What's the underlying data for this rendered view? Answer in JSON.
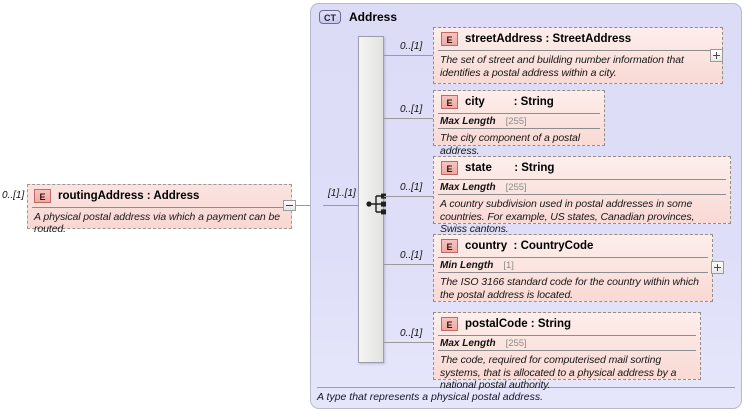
{
  "left_element": {
    "cardinality": "0..[1]",
    "badge": "E",
    "name": "routingAddress : Address",
    "description": "A physical postal address via which a payment can be routed.",
    "collapse_icon": "minus-icon"
  },
  "container": {
    "badge": "CT",
    "title": "Address",
    "footer": "A type that represents a physical postal address.",
    "compositor": {
      "cardinality": "[1]..[1]",
      "icon": "sequence-icon"
    }
  },
  "elements": [
    {
      "cardinality": "0..[1]",
      "badge": "E",
      "name": "streetAddress : StreetAddress",
      "facet_name": "",
      "facet_value": "",
      "description": "The set of street and building number information that identifies a postal address within a city.",
      "expand": "plus-icon"
    },
    {
      "cardinality": "0..[1]",
      "badge": "E",
      "name": "city         : String",
      "facet_name": "Max Length",
      "facet_value": "[255]",
      "description": "The city component of a postal address.",
      "expand": ""
    },
    {
      "cardinality": "0..[1]",
      "badge": "E",
      "name": "state       : String",
      "facet_name": "Max Length",
      "facet_value": "[255]",
      "description": "A country subdivision used in postal addresses in some countries. For example, US states, Canadian provinces, Swiss cantons.",
      "expand": ""
    },
    {
      "cardinality": "0..[1]",
      "badge": "E",
      "name": "country  : CountryCode",
      "facet_name": "Min Length",
      "facet_value": "[1]",
      "description": "The ISO 3166 standard code for the country within which the postal address is located.",
      "expand": "plus-icon"
    },
    {
      "cardinality": "0..[1]",
      "badge": "E",
      "name": "postalCode : String",
      "facet_name": "Max Length",
      "facet_value": "[255]",
      "description": "The code, required for computerised mail sorting systems, that is allocated to a physical address by a national postal authority.",
      "expand": ""
    }
  ],
  "colors": {
    "container_bg": "#dcdcf7",
    "element_bg": "#fbe4e0",
    "badge_e": "#eeaaa4",
    "badge_ct": "#c9c9ea",
    "line": "#9a9a9a"
  }
}
